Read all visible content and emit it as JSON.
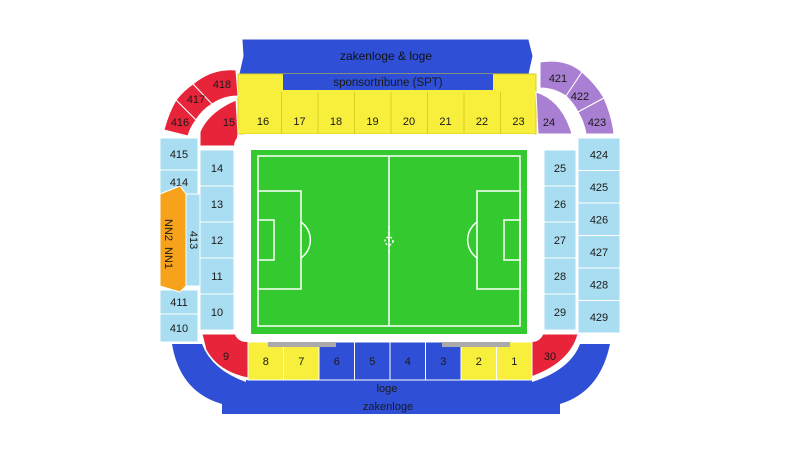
{
  "colors": {
    "blue_dark": "#2f4fd6",
    "blue_light": "#a9ddf1",
    "yellow": "#f7ef3c",
    "red": "#e8243a",
    "purple": "#a97fd3",
    "orange": "#f7a21b",
    "pitch": "#34c92f",
    "pitch_line": "#ffffff",
    "stroke": "#3a3a3a"
  },
  "top": {
    "business_box": "zakenloge & loge",
    "sponsor_tribune": "sponsortribune (SPT)",
    "sections": [
      "16",
      "17",
      "18",
      "19",
      "20",
      "21",
      "22",
      "23"
    ]
  },
  "bottom": {
    "loge": "loge",
    "business_box": "zakenloge",
    "yellow_sections_left": [
      "8",
      "7"
    ],
    "blue_sections": [
      "6",
      "5",
      "4",
      "3"
    ],
    "yellow_sections_right": [
      "2",
      "1"
    ]
  },
  "corners": {
    "top_left_red": [
      "418",
      "417",
      "416",
      "15"
    ],
    "top_right_purple": [
      "421",
      "422",
      "423",
      "24"
    ],
    "bottom_left_red": "9",
    "bottom_right_red": "30"
  },
  "left": {
    "inner": [
      "14",
      "13",
      "12",
      "11",
      "10"
    ],
    "outer": [
      "415",
      "414",
      "413",
      "411",
      "410"
    ],
    "away_sections": [
      "NN2",
      "NN1"
    ]
  },
  "right": {
    "inner": [
      "25",
      "26",
      "27",
      "28",
      "29"
    ],
    "outer": [
      "424",
      "425",
      "426",
      "427",
      "428",
      "429"
    ]
  }
}
